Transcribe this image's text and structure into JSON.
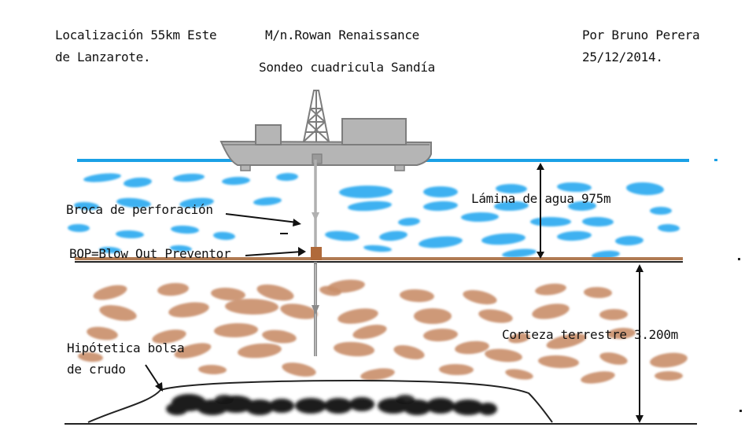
{
  "header": {
    "location_line1": "Localización 55km Este",
    "location_line2": "de Lanzarote.",
    "vessel": "M/n.Rowan Renaissance",
    "survey": "Sondeo cuadricula Sandía",
    "author": "Por Bruno Perera",
    "date": "25/12/2014."
  },
  "labels": {
    "drill_bit": "Broca de perforación",
    "bop": "BOP=Blow Out Preventor",
    "water_depth": "Lámina de agua 975m",
    "crust": "Corteza terrestre 3.200m",
    "oil_line1": "Hipótetica bolsa",
    "oil_line2": "de crudo"
  },
  "colors": {
    "water_line": "#1aa0e6",
    "water_strokes": "#29a8f0",
    "seabed": "#b07a52",
    "crust_strokes": "#c98e6a",
    "oil": "#1a1a1a",
    "ship": "#b5b5b5",
    "ship_outline": "#7d7d7d",
    "bop": "#b06a3a"
  },
  "icons": [
    "ship-icon",
    "derrick-icon",
    "drill-pipe-icon",
    "bop-icon"
  ]
}
